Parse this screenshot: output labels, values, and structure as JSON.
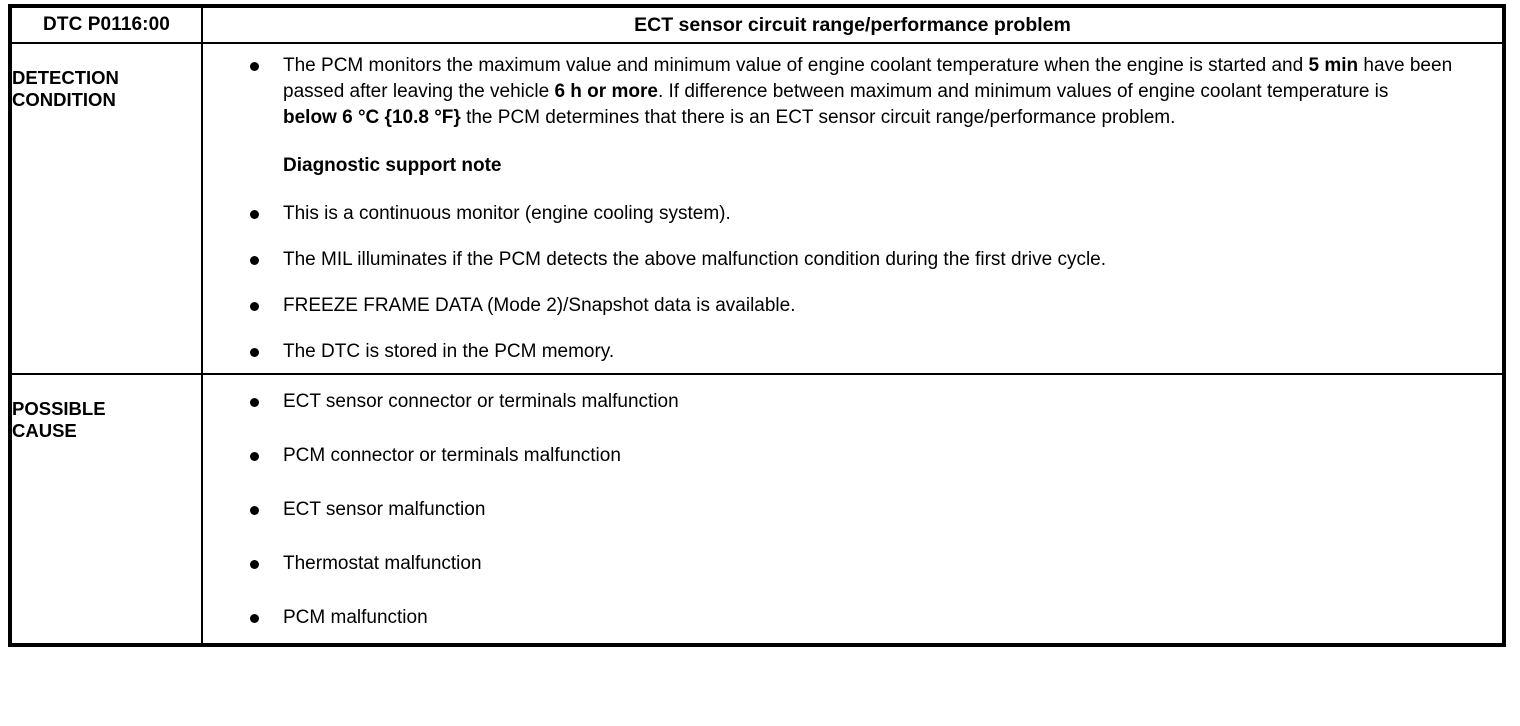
{
  "document": {
    "type": "dtc-diagnostic-table"
  },
  "table": {
    "header": {
      "code_label": "DTC P0116:00",
      "title": "ECT sensor circuit range/performance problem"
    },
    "rows": [
      {
        "label": "DETECTION\nCONDITION",
        "label_name": "detection-condition",
        "blocks": [
          {
            "kind": "bullet",
            "segments": [
              {
                "text": "The PCM monitors the maximum value and minimum value of engine coolant temperature when the engine is started and ",
                "bold": false
              },
              {
                "text": "5 min",
                "bold": true
              },
              {
                "text": " have been passed after leaving the vehicle ",
                "bold": false
              },
              {
                "text": "6 h or more",
                "bold": true
              },
              {
                "text": ". If difference between maximum and minimum values of engine coolant temperature is ",
                "bold": false
              },
              {
                "text": "below 6 °C {10.8 °F}",
                "bold": true
              },
              {
                "text": " the PCM determines that there is an ECT sensor circuit range/performance problem.",
                "bold": false
              }
            ]
          },
          {
            "kind": "subhead",
            "text": "Diagnostic support note"
          },
          {
            "kind": "bullet",
            "text": "This is a continuous monitor (engine cooling system)."
          },
          {
            "kind": "bullet",
            "text": "The MIL illuminates if the PCM detects the above malfunction condition during the first drive cycle."
          },
          {
            "kind": "bullet",
            "text": "FREEZE FRAME DATA (Mode 2)/Snapshot data is available."
          },
          {
            "kind": "bullet",
            "text": "The DTC is stored in the PCM memory."
          }
        ]
      },
      {
        "label": "POSSIBLE\nCAUSE",
        "label_name": "possible-cause",
        "blocks": [
          {
            "kind": "bullet",
            "text": "ECT sensor connector or terminals malfunction"
          },
          {
            "kind": "bullet",
            "text": "PCM connector or terminals malfunction"
          },
          {
            "kind": "bullet",
            "text": "ECT sensor malfunction"
          },
          {
            "kind": "bullet",
            "text": "Thermostat malfunction"
          },
          {
            "kind": "bullet",
            "text": "PCM malfunction"
          }
        ]
      }
    ]
  },
  "colors": {
    "text": "#000000",
    "background": "#ffffff",
    "border": "#000000"
  }
}
